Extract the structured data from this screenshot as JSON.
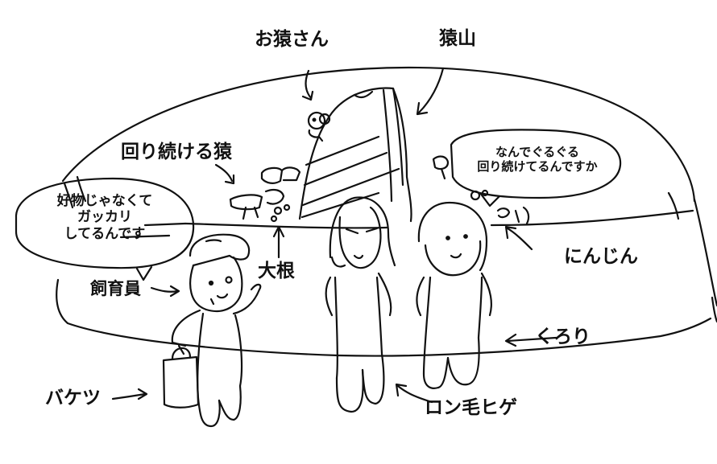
{
  "labels": {
    "monkey": "お猿さん",
    "monkey_mountain": "猿山",
    "circling_monkeys": "回り続ける猿",
    "radish": "大根",
    "keeper": "飼育員",
    "bucket": "バケツ",
    "carrot": "にんじん",
    "kurori": "くろり",
    "long_hair_beard": "ロン毛ヒゲ"
  },
  "bubbles": {
    "keeper_speech": [
      "好物じゃなくて",
      "ガッカリ",
      "してるんです"
    ],
    "question_speech": [
      "なんでぐるぐる",
      "回り続けてるんですか"
    ]
  },
  "colors": {
    "ink": "#111111",
    "paper": "#ffffff"
  }
}
